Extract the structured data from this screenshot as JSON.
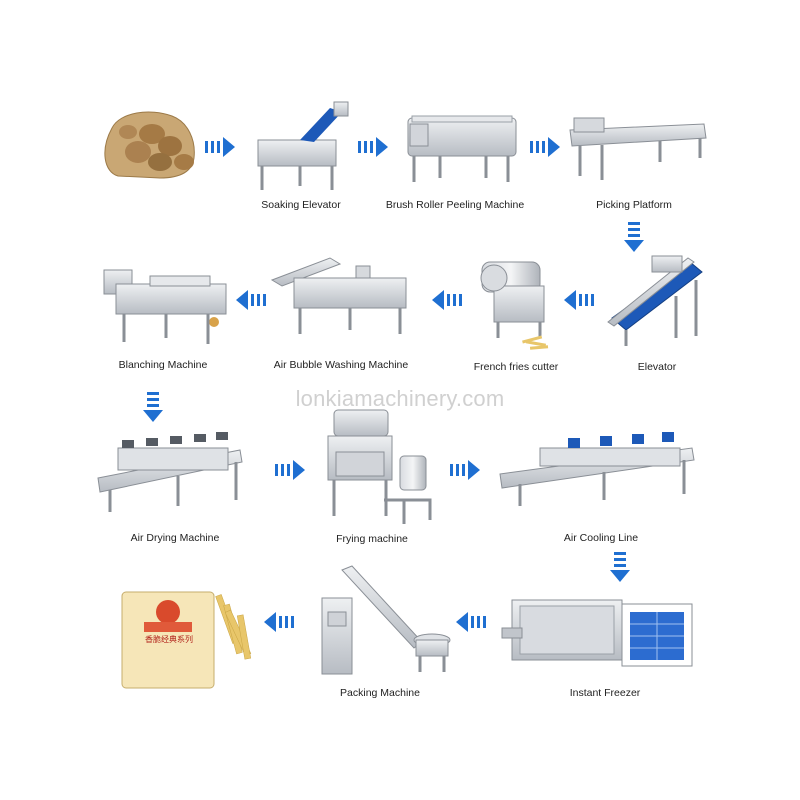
{
  "watermark": "lonkiamachinery.com",
  "colors": {
    "arrow": "#1f6fd1",
    "steel": "#c9ccd1",
    "steel_dark": "#8a8f96",
    "belt": "#1d59b8",
    "potato": "#a57a45",
    "sack": "#c9a774"
  },
  "steps": [
    {
      "id": "raw-potatoes",
      "label": "",
      "icon": "potato-sack-icon"
    },
    {
      "id": "soaking-elevator",
      "label": "Soaking Elevator",
      "icon": "soaking-elevator-icon"
    },
    {
      "id": "brush-roller-peeling",
      "label": "Brush Roller Peeling Machine",
      "icon": "brush-roller-peeler-icon"
    },
    {
      "id": "picking-platform",
      "label": "Picking Platform",
      "icon": "picking-platform-icon"
    },
    {
      "id": "elevator",
      "label": "Elevator",
      "icon": "elevator-icon"
    },
    {
      "id": "french-fries-cutter",
      "label": "French fries cutter",
      "icon": "fries-cutter-icon"
    },
    {
      "id": "air-bubble-washing",
      "label": "Air Bubble Washing Machine",
      "icon": "air-bubble-washer-icon"
    },
    {
      "id": "blanching",
      "label": "Blanching Machine",
      "icon": "blanching-machine-icon"
    },
    {
      "id": "air-drying",
      "label": "Air Drying Machine",
      "icon": "air-drying-machine-icon"
    },
    {
      "id": "frying",
      "label": "Frying machine",
      "icon": "frying-machine-icon"
    },
    {
      "id": "air-cooling",
      "label": "Air Cooling Line",
      "icon": "air-cooling-line-icon"
    },
    {
      "id": "instant-freezer",
      "label": "Instant Freezer",
      "icon": "instant-freezer-icon"
    },
    {
      "id": "packing",
      "label": "Packing Machine",
      "icon": "packing-machine-icon"
    },
    {
      "id": "packaged-fries",
      "label": "",
      "icon": "packaged-fries-icon"
    }
  ],
  "package_text": "香脆经典系列"
}
